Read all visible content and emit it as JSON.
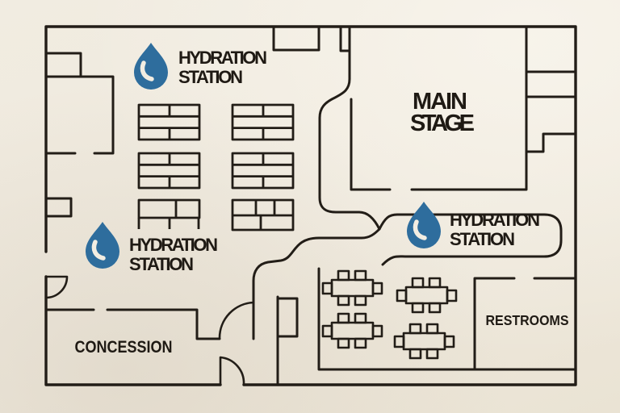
{
  "map": {
    "type": "venue-floor-plan",
    "colors": {
      "background": "#efe9dd",
      "walls": "#221d17",
      "text": "#1f1a14",
      "water_drop": "#2e6d9d",
      "water_drop_highlight": "#f2ede2"
    },
    "labels": {
      "hydration_station_1": {
        "line1": "HYDRATION",
        "line2": "STATION"
      },
      "hydration_station_2": {
        "line1": "HYDRATION",
        "line2": "STATION"
      },
      "hydration_station_3": {
        "line1": "HYDRATION",
        "line2": "STATION"
      },
      "main_stage": {
        "line1": "MAIN",
        "line2": "STAGE"
      },
      "concession": "CONCESSION",
      "restrooms": "RESTROOMS"
    },
    "markers": {
      "water_drop_icon_count": 3
    },
    "furniture": {
      "vendor_stall_blocks": 6,
      "dining_tables": 4,
      "chairs_per_dining_table": 6
    }
  }
}
